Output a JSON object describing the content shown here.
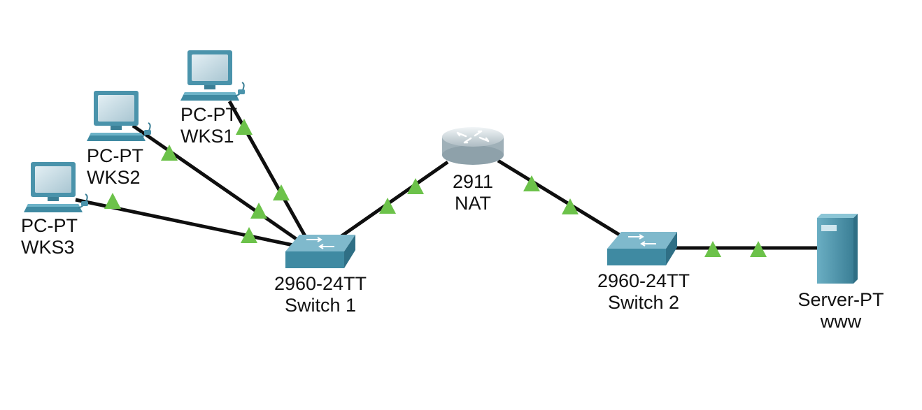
{
  "colors": {
    "link": "#0f0f0f",
    "link_up_indicator": "#6cc24a",
    "device_blue": "#4a93ab",
    "pc_screen": "#c7dde6",
    "router_silver": "#cfd8dc"
  },
  "devices": {
    "wks1": {
      "icon": "pc-icon",
      "model": "PC-PT",
      "name": "WKS1"
    },
    "wks2": {
      "icon": "pc-icon",
      "model": "PC-PT",
      "name": "WKS2"
    },
    "wks3": {
      "icon": "pc-icon",
      "model": "PC-PT",
      "name": "WKS3"
    },
    "router": {
      "icon": "router-icon",
      "model": "2911",
      "name": "NAT"
    },
    "switch1": {
      "icon": "switch-icon",
      "model": "2960-24TT",
      "name": "Switch 1"
    },
    "switch2": {
      "icon": "switch-icon",
      "model": "2960-24TT",
      "name": "Switch 2"
    },
    "server": {
      "icon": "server-icon",
      "model": "Server-PT",
      "name": "www"
    }
  },
  "links": [
    {
      "from": "wks1",
      "to": "switch1",
      "status": "up"
    },
    {
      "from": "wks2",
      "to": "switch1",
      "status": "up"
    },
    {
      "from": "wks3",
      "to": "switch1",
      "status": "up"
    },
    {
      "from": "switch1",
      "to": "router",
      "status": "up"
    },
    {
      "from": "router",
      "to": "switch2",
      "status": "up"
    },
    {
      "from": "switch2",
      "to": "server",
      "status": "up"
    }
  ]
}
